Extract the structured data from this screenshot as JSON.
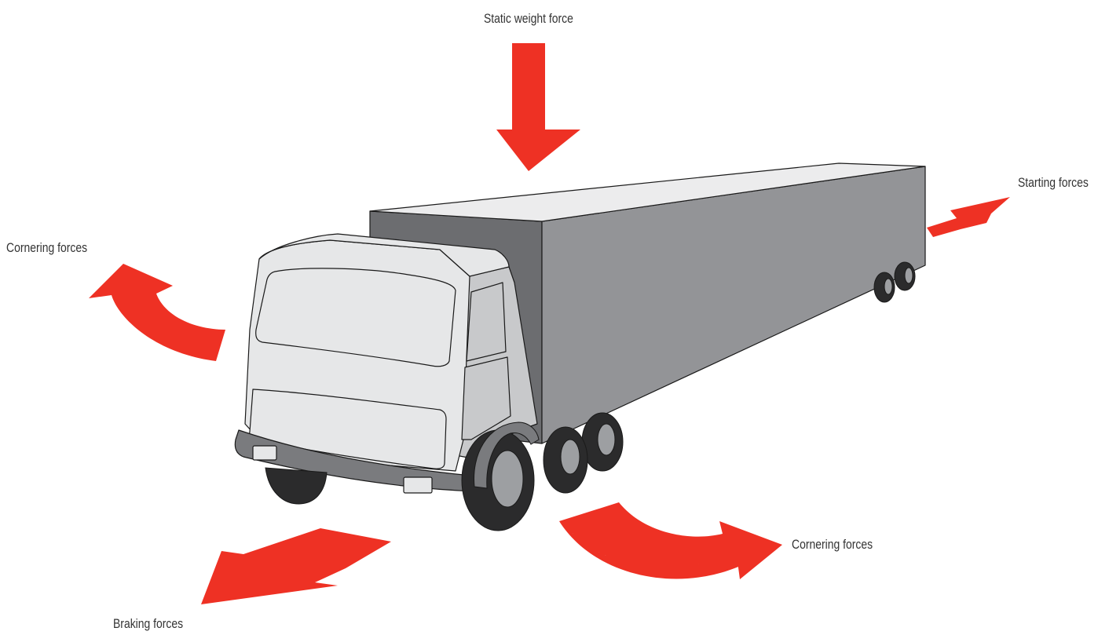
{
  "labels": {
    "static_weight": "Static weight force",
    "starting": "Starting forces",
    "cornering_left": "Cornering forces",
    "cornering_right": "Cornering forces",
    "braking": "Braking forces"
  },
  "colors": {
    "arrow": "#ee3124",
    "outline": "#1a1a1a",
    "trailer_top": "#ececed",
    "trailer_side": "#939497",
    "trailer_front": "#6c6d70",
    "cab_light": "#e6e7e8",
    "cab_mid": "#c8c9cb",
    "bumper": "#7a7b7e",
    "tire": "#2b2b2c",
    "rim": "#9d9fa2"
  },
  "icons": {
    "vehicle": "truck-with-trailer-illustration",
    "force_arrow": "red-arrow"
  }
}
